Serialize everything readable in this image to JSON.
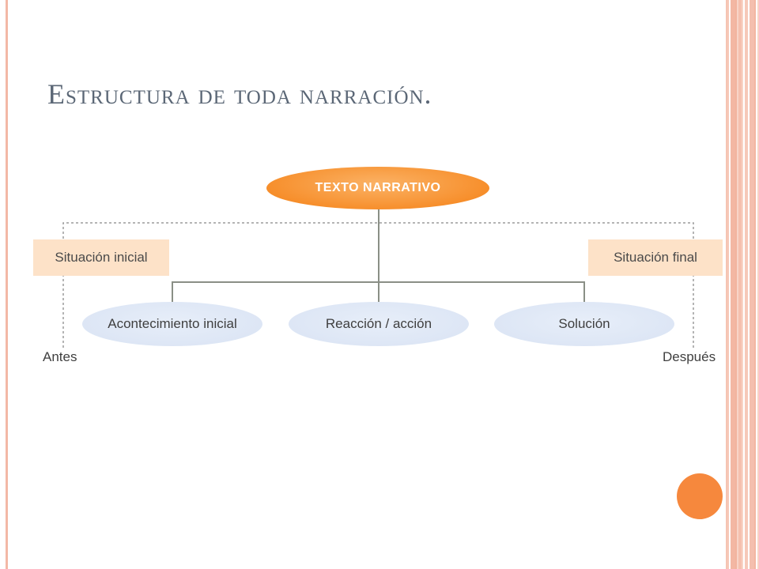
{
  "slide": {
    "title": "Estructura de toda narración."
  },
  "diagram": {
    "root": "TEXTO NARRATIVO",
    "start_box": "Situación inicial",
    "end_box": "Situación final",
    "children": [
      "Acontecimiento inicial",
      "Reacción / acción",
      "Solución"
    ],
    "timeline_start": "Antes",
    "timeline_end": "Después"
  },
  "colors": {
    "root_fill": "#f68a24",
    "side_box_fill": "#fde2c8",
    "child_fill": "#dde6f5",
    "title_text": "#5b6776",
    "accent_dot": "#f6883d",
    "frame": "#f3b8a6"
  }
}
